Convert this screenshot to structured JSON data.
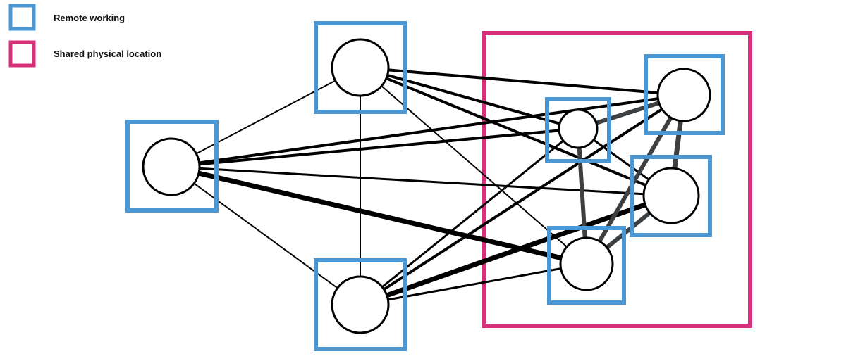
{
  "legend": {
    "items": [
      {
        "key": "remote",
        "label": "Remote working",
        "color": "#4a97d3"
      },
      {
        "key": "shared",
        "label": "Shared physical location",
        "color": "#d6307a"
      }
    ]
  },
  "colors": {
    "remote": "#4a97d3",
    "shared": "#d6307a",
    "edge_strong": "#000000",
    "edge_grey": "#3d4043",
    "node_fill": "#ffffff",
    "node_stroke": "#000000"
  },
  "nodes": [
    {
      "id": "left",
      "group": "remote"
    },
    {
      "id": "top",
      "group": "remote"
    },
    {
      "id": "bottom",
      "group": "remote"
    },
    {
      "id": "shared-small",
      "group": "remote"
    },
    {
      "id": "shared-topright",
      "group": "remote"
    },
    {
      "id": "shared-right",
      "group": "remote"
    },
    {
      "id": "shared-bottom",
      "group": "remote"
    }
  ],
  "edges": [
    {
      "from": "left",
      "to": "top",
      "weight": 2,
      "style": "strong"
    },
    {
      "from": "left",
      "to": "bottom",
      "weight": 2,
      "style": "strong"
    },
    {
      "from": "top",
      "to": "bottom",
      "weight": 2,
      "style": "strong"
    },
    {
      "from": "left",
      "to": "shared-small",
      "weight": 4,
      "style": "strong"
    },
    {
      "from": "left",
      "to": "shared-topright",
      "weight": 4,
      "style": "strong"
    },
    {
      "from": "left",
      "to": "shared-right",
      "weight": 3,
      "style": "strong"
    },
    {
      "from": "left",
      "to": "shared-bottom",
      "weight": 7,
      "style": "strong"
    },
    {
      "from": "top",
      "to": "shared-topright",
      "weight": 4,
      "style": "strong"
    },
    {
      "from": "top",
      "to": "shared-small",
      "weight": 4,
      "style": "strong"
    },
    {
      "from": "top",
      "to": "shared-right",
      "weight": 4,
      "style": "strong"
    },
    {
      "from": "top",
      "to": "shared-bottom",
      "weight": 2,
      "style": "strong"
    },
    {
      "from": "bottom",
      "to": "shared-small",
      "weight": 3,
      "style": "strong"
    },
    {
      "from": "bottom",
      "to": "shared-topright",
      "weight": 4,
      "style": "strong"
    },
    {
      "from": "bottom",
      "to": "shared-right",
      "weight": 7,
      "style": "strong"
    },
    {
      "from": "bottom",
      "to": "shared-bottom",
      "weight": 3,
      "style": "strong"
    },
    {
      "from": "shared-small",
      "to": "shared-right",
      "weight": 3,
      "style": "strong"
    },
    {
      "from": "shared-small",
      "to": "shared-topright",
      "weight": 6,
      "style": "grey"
    },
    {
      "from": "shared-small",
      "to": "shared-bottom",
      "weight": 6,
      "style": "grey"
    },
    {
      "from": "shared-topright",
      "to": "shared-right",
      "weight": 7,
      "style": "grey"
    },
    {
      "from": "shared-topright",
      "to": "shared-bottom",
      "weight": 6,
      "style": "grey"
    },
    {
      "from": "shared-right",
      "to": "shared-bottom",
      "weight": 6,
      "style": "grey"
    }
  ]
}
